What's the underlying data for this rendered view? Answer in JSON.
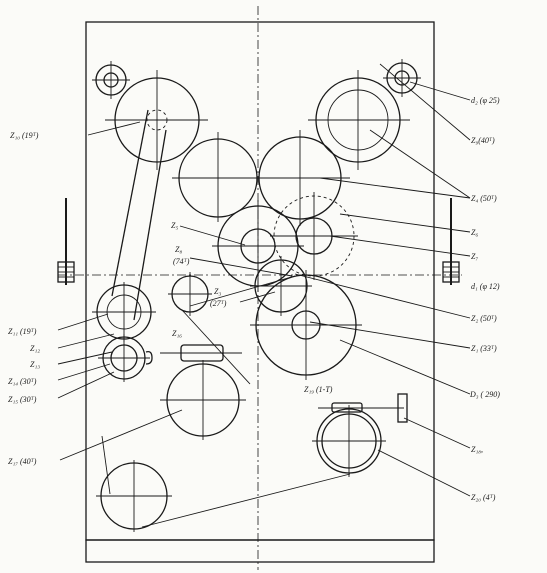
{
  "labels": {
    "d2": "d₂ (φ 25)",
    "z9": "Z₉(40ᵀ)",
    "z10": "Z₁₀ (19ᵀ)",
    "z4": "Z₄ (50ᵀ)",
    "z5": "Z₅",
    "z6": "Z₆",
    "z7": "Z₇",
    "z8": "Z₈",
    "z8b": "(74ᵀ)",
    "d1": "d₁ (φ 12)",
    "z3": "Z₃",
    "z3b": "(27ᵀ)",
    "z2": "Z₂ (50ᵀ)",
    "z11": "Z₁₁ (19ᵀ)",
    "z12": "Z₁₂",
    "z13": "Z₁₃",
    "z14": "Z₁₄ (30ᵀ)",
    "z15": "Z₁₅ (30ᵀ)",
    "z1": "Z₁ (33ᵀ)",
    "z16": "Z₁₆",
    "d3": "D₃ ( 290)",
    "z19": "Z₁₉ (1-T)",
    "z18": "Z₁₈,",
    "z17": "Z₁₇ (40ᵀ)",
    "z20": "Z₂₀ (4ᵀ)"
  }
}
